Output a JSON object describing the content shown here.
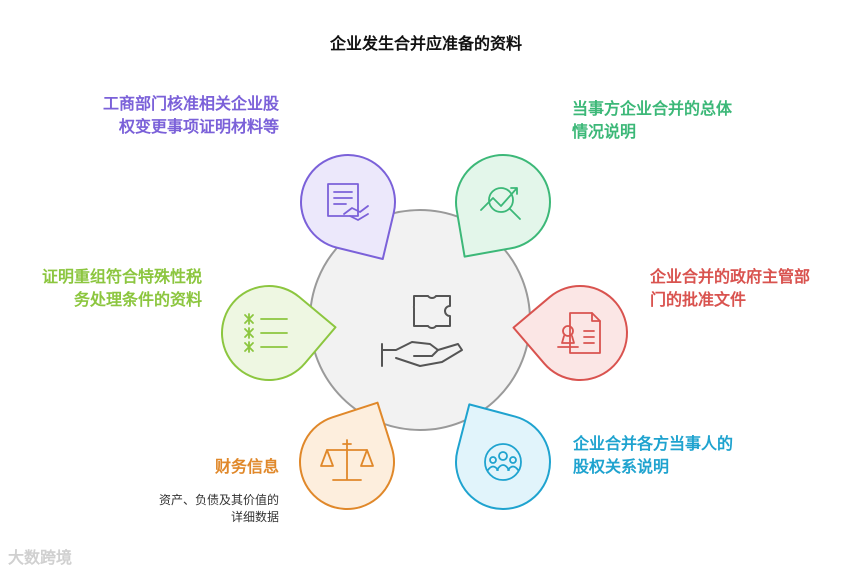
{
  "title": "企业发生合并应准备的资料",
  "nodes": [
    {
      "id": "business-registration",
      "label_lines": [
        "工商部门核准相关企业股",
        "权变更事项证明材料等"
      ],
      "color": "#7b61d9",
      "fill": "#ece8fb",
      "icon": "document-handshake-icon"
    },
    {
      "id": "merger-overview",
      "label_lines": [
        "当事方企业合并的总体",
        "情况说明"
      ],
      "color": "#3cb878",
      "fill": "#e3f6ea",
      "icon": "analysis-magnifier-icon"
    },
    {
      "id": "government-approval",
      "label_lines": [
        "企业合并的政府主管部",
        "门的批准文件"
      ],
      "color": "#d9534f",
      "fill": "#fbe6e5",
      "icon": "stamped-document-icon"
    },
    {
      "id": "equity-relationship",
      "label_lines": [
        "企业合并各方当事人的",
        "股权关系说明"
      ],
      "color": "#1fa3cf",
      "fill": "#e1f4fb",
      "icon": "people-group-icon"
    },
    {
      "id": "financial-info",
      "label_lines": [
        "财务信息"
      ],
      "color": "#e0882a",
      "fill": "#fdeedd",
      "icon": "balance-scale-icon"
    },
    {
      "id": "tax-proof",
      "label_lines": [
        "证明重组符合特殊性税",
        "务处理条件的资料"
      ],
      "color": "#8cc63f",
      "fill": "#eef7e2",
      "icon": "checklist-icon"
    }
  ],
  "financial_note": [
    "资产、负债及其价值的",
    "详细数据"
  ],
  "center_icon": "puzzle-hand-icon",
  "watermark": "大数跨境"
}
